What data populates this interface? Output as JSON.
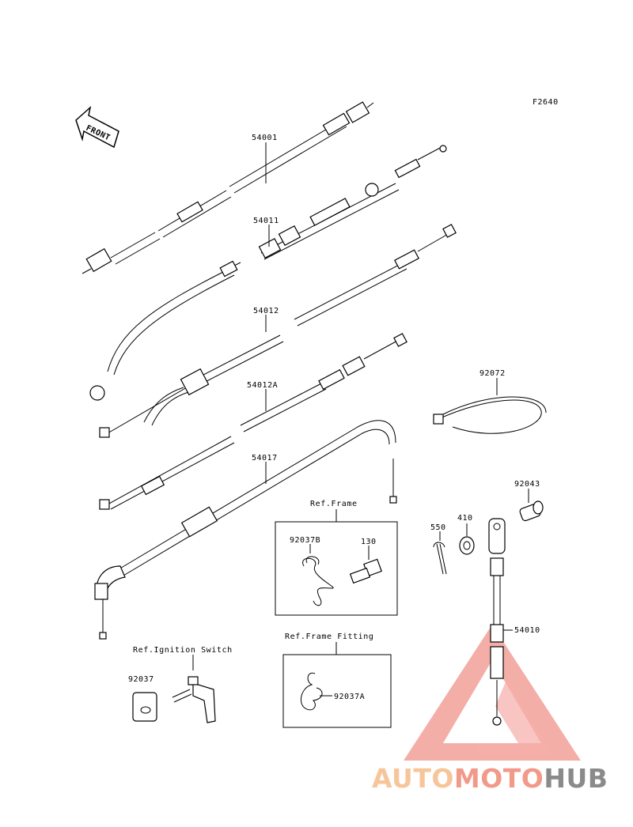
{
  "diagram": {
    "code": "F2640",
    "front_label": "FRONT",
    "parts": {
      "p54001": "54001",
      "p54011": "54011",
      "p54012": "54012",
      "p54012A": "54012A",
      "p54017": "54017",
      "p92072": "92072",
      "p92043": "92043",
      "p550": "550",
      "p410": "410",
      "p54010": "54010",
      "p92037B": "92037B",
      "p130": "130",
      "p92037": "92037",
      "p92037A": "92037A"
    },
    "refs": {
      "frame": "Ref.Frame",
      "ignition": "Ref.Ignition Switch",
      "frame_fitting": "Ref.Frame Fitting"
    }
  },
  "watermark": {
    "part1": "AUTO",
    "part2": "MOTO",
    "part3": "HUB",
    "colors": {
      "auto": "#f7c59a",
      "moto": "#f29a8a",
      "hub": "#8a8a8a",
      "triangle": "#f08a84"
    }
  }
}
